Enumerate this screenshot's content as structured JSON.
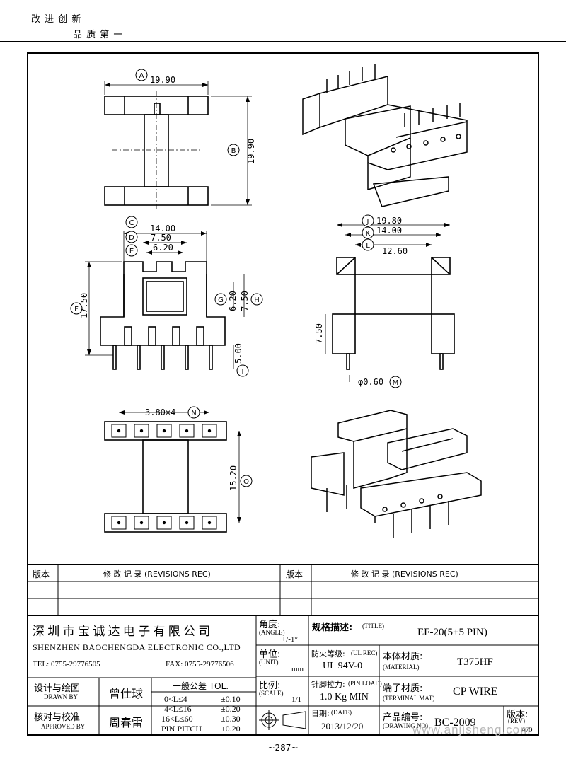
{
  "header": {
    "slogan_line1": "改 进 创 新",
    "slogan_line2": "品 质 第 一"
  },
  "dims": {
    "A": "A",
    "B": "B",
    "C": "C",
    "D": "D",
    "E": "E",
    "F": "F",
    "G": "G",
    "H": "H",
    "I": "I",
    "J": "J",
    "K": "K",
    "L": "L",
    "M": "M",
    "N": "N",
    "O": "O",
    "a_val": "19.90",
    "b_val": "19.90",
    "c_val": "14.00",
    "d_val": "7.50",
    "e_val": "6.20",
    "f_val": "17.50",
    "g_val": "6.20",
    "h_val": "7.50",
    "i_val": "5.00",
    "j_val": "19.80",
    "k_val": "14.00",
    "l_val": "12.60",
    "side_h": "7.50",
    "m_val": "φ0.60",
    "n_val": "3.80×4",
    "o_val": "15.20"
  },
  "revisions": {
    "col1": "版本",
    "col2": "修 改 记 录  (REVISIONS REC)",
    "col3": "版本",
    "col4": "修 改 记 录  (REVISIONS REC)"
  },
  "title_block": {
    "company_cn": "深圳市宝诚达电子有限公司",
    "company_en": "SHENZHEN BAOCHENGDA ELECTRONIC CO.,LTD",
    "tel": "TEL: 0755-29776505",
    "fax": "FAX: 0755-29776506",
    "angle_cn": "角度:",
    "angle_en": "(ANGLE)",
    "angle_val": "+/-1°",
    "unit_cn": "单位:",
    "unit_en": "(UNIT)",
    "unit_val": "mm",
    "scale_cn": "比例:",
    "scale_en": "(SCALE)",
    "scale_val": "1/1",
    "title_cn": "规格描述:",
    "title_en": "(TITLE)",
    "title_val": "EF-20(5+5 PIN)",
    "ul_cn": "防火等级:",
    "ul_en": "(UL REC)",
    "ul_val": "UL 94V-0",
    "material_cn": "本体材质:",
    "material_en": "(MATERIAL)",
    "material_val": "T375HF",
    "pinload_cn": "针脚拉力:",
    "pinload_en": "(PIN LOAD)",
    "pinload_val": "1.0 Kg MIN",
    "termmat_cn": "端子材质:",
    "termmat_en": "(TERMINAL MAT)",
    "termmat_val": "CP WIRE",
    "date_cn": "日期:",
    "date_en": "(DATE)",
    "date_val": "2013/12/20",
    "drawno_cn": "产品编号:",
    "drawno_en": "(DRAWING NO)",
    "drawno_val": "BC-2009",
    "rev_cn": "版本:",
    "rev_en": "(REV)",
    "rev_val": "A/0",
    "drawn_cn": "设计与绘图",
    "drawn_en": "DRAWN BY",
    "drawn_name": "曾仕球",
    "approved_cn": "核对与校准",
    "approved_en": "APPROVED BY",
    "approved_name": "周春雷",
    "tol_title": "一般公差  TOL.",
    "tol_rows": [
      {
        "range": "0<L≤4",
        "tol": "±0.10"
      },
      {
        "range": "4<L≤16",
        "tol": "±0.20"
      },
      {
        "range": "16<L≤60",
        "tol": "±0.30"
      },
      {
        "range": "PIN PITCH",
        "tol": "±0.20"
      }
    ]
  },
  "watermark": "www.anjisheng.com",
  "page_number": "~287~"
}
